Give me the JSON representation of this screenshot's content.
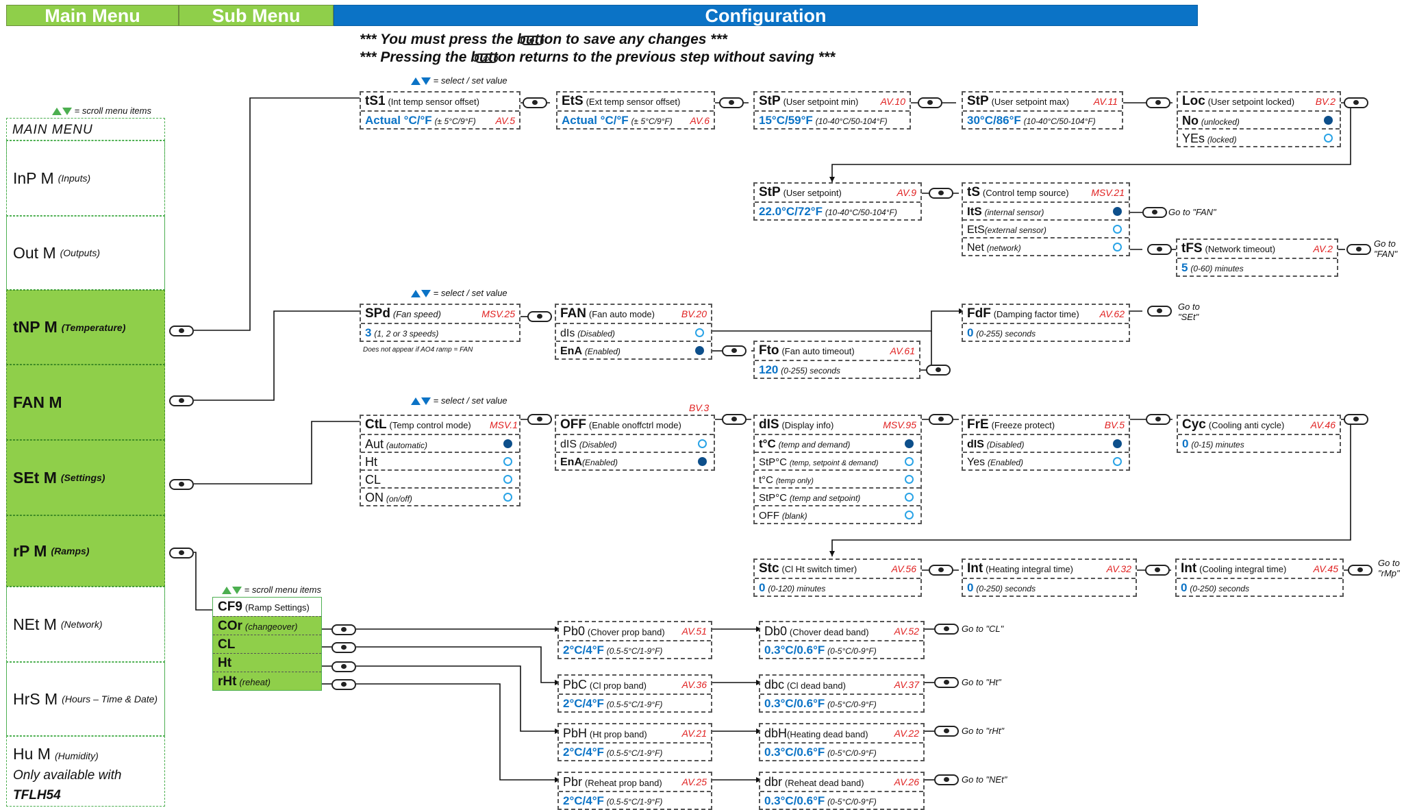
{
  "header": {
    "main_menu": "Main Menu",
    "sub_menu": "Sub Menu",
    "configuration": "Configuration",
    "note_save": "*** You must press the       button to save any changes       ***",
    "note_esc": "*** Pressing the       button returns to the previous step without saving       ***"
  },
  "colors": {
    "green": "#8fcf4a",
    "blue": "#0b73c6",
    "ref_red": "#e02020",
    "radio_on": "#0d4f8b"
  },
  "labels": {
    "scroll_menu": "= scroll menu items",
    "select_set": "= select / set value"
  },
  "main_menu": {
    "title": "MAIN MENU",
    "items": [
      {
        "code": "InP M",
        "desc": "(Inputs)"
      },
      {
        "code": "Out M",
        "desc": "(Outputs)"
      },
      {
        "code": "tNP M",
        "desc": "(Temperature)"
      },
      {
        "code": "FAN M",
        "desc": ""
      },
      {
        "code": "SEt M",
        "desc": "(Settings)"
      },
      {
        "code": "rP M",
        "desc": "(Ramps)"
      },
      {
        "code": "NEt M",
        "desc": "(Network)"
      },
      {
        "code": "HrS M",
        "desc": "(Hours – Time & Date)"
      },
      {
        "code": "Hu M",
        "desc": "(Humidity)",
        "note1": "Only available with",
        "note2": "TFLH54"
      }
    ]
  },
  "sub_menu": {
    "title": "CF9",
    "title_desc": "(Ramp Settings)",
    "items": [
      {
        "code": "COr",
        "desc": "(changeover)"
      },
      {
        "code": "CL",
        "desc": ""
      },
      {
        "code": "Ht",
        "desc": ""
      },
      {
        "code": "rHt",
        "desc": "(reheat)"
      }
    ]
  },
  "boxes": {
    "ts1": {
      "code": "tS1",
      "desc": "(Int temp sensor offset)",
      "val": "Actual °C/°F",
      "rng": "(± 5°C/9°F)",
      "ref": "AV.5"
    },
    "ets": {
      "code": "EtS",
      "desc": "(Ext temp sensor offset)",
      "val": "Actual °C/°F",
      "rng": "(± 5°C/9°F)",
      "ref": "AV.6"
    },
    "stpmin": {
      "code": "StP",
      "desc": "(User setpoint min)",
      "val": "15°C/59°F",
      "rng": "(10-40°C/50-104°F)",
      "ref": "AV.10"
    },
    "stpmax": {
      "code": "StP",
      "desc": "(User setpoint max)",
      "val": "30°C/86°F",
      "rng": "(10-40°C/50-104°F)",
      "ref": "AV.11"
    },
    "loc": {
      "code": "Loc",
      "desc": "(User setpoint locked)",
      "ref": "BV.2",
      "o1": "No",
      "o1s": "(unlocked)",
      "o2": "YEs",
      "o2s": "(locked)"
    },
    "stp": {
      "code": "StP",
      "desc": "(User setpoint)",
      "val": "22.0°C/72°F",
      "rng": "(10-40°C/50-104°F)",
      "ref": "AV.9"
    },
    "ts": {
      "code": "tS",
      "desc": "(Control temp source)",
      "ref": "MSV.21",
      "o1": "ItS",
      "o1s": "(internal sensor)",
      "o2": "EtS",
      "o2s": "(external sensor)",
      "o3": "Net",
      "o3s": "(network)"
    },
    "tfs": {
      "code": "tFS",
      "desc": "(Network timeout)",
      "val": "5",
      "rng": "(0-60) minutes",
      "ref": "AV.2"
    },
    "spd": {
      "code": "SPd",
      "desc": "(Fan speed)",
      "val": "3",
      "rng": "(1, 2 or 3 speeds)",
      "ref": "MSV.25",
      "note": "Does not appear if AO4 ramp = FAN"
    },
    "fan": {
      "code": "FAN",
      "desc": "(Fan auto mode)",
      "ref": "BV.20",
      "o1": "dIs",
      "o1s": "(Disabled)",
      "o2": "EnA",
      "o2s": "(Enabled)"
    },
    "fto": {
      "code": "Fto",
      "desc": "(Fan auto timeout)",
      "val": "120",
      "rng": "(0-255) seconds",
      "ref": "AV.61"
    },
    "fdf": {
      "code": "FdF",
      "desc": "(Damping factor time)",
      "val": "0",
      "rng": "(0-255) seconds",
      "ref": "AV.62"
    },
    "ctl": {
      "code": "CtL",
      "desc": "(Temp control mode)",
      "ref": "MSV.1",
      "o1": "Aut",
      "o1s": "(automatic)",
      "o2": "Ht",
      "o3": "CL",
      "o4": "ON",
      "o4s": "(on/off)"
    },
    "off": {
      "code": "OFF",
      "desc": "(Enable onoffctrl mode)",
      "ref": "BV.3",
      "o1": "dIS",
      "o1s": "(Disabled)",
      "o2": "EnA",
      "o2s": "(Enabled)"
    },
    "dis": {
      "code": "dIS",
      "desc": "(Display info)",
      "ref": "MSV.95",
      "o1": "t°C",
      "o1s": "(temp and demand)",
      "o2": "StP°C",
      "o2s": "(temp, setpoint & demand)",
      "o3": "t°C",
      "o3s": "(temp only)",
      "o4": "StP°C",
      "o4s": "(temp and setpoint)",
      "o5": "OFF",
      "o5s": "(blank)"
    },
    "fre": {
      "code": "FrE",
      "desc": "(Freeze protect)",
      "ref": "BV.5",
      "o1": "dIS",
      "o1s": "(Disabled)",
      "o2": "Yes",
      "o2s": "(Enabled)"
    },
    "cyc": {
      "code": "Cyc",
      "desc": "(Cooling anti cycle)",
      "val": "0",
      "rng": "(0-15) minutes",
      "ref": "AV.46"
    },
    "stc": {
      "code": "Stc",
      "desc": "(Cl Ht switch timer)",
      "val": "0",
      "rng": "(0-120) minutes",
      "ref": "AV.56"
    },
    "inth": {
      "code": "Int",
      "desc": "(Heating integral time)",
      "val": "0",
      "rng": "(0-250) seconds",
      "ref": "AV.32"
    },
    "intc": {
      "code": "Int",
      "desc": "(Cooling integral time)",
      "val": "0",
      "rng": "(0-250) seconds",
      "ref": "AV.45"
    },
    "pb0": {
      "code": "Pb0",
      "desc": "(Chover prop band)",
      "val": "2°C/4°F",
      "rng": "(0.5-5°C/1-9°F)",
      "ref": "AV.51"
    },
    "db0": {
      "code": "Db0",
      "desc": "(Chover dead band)",
      "val": "0.3°C/0.6°F",
      "rng": "(0-5°C/0-9°F)",
      "ref": "AV.52"
    },
    "pbc": {
      "code": "PbC",
      "desc": "(Cl prop band)",
      "val": "2°C/4°F",
      "rng": "(0.5-5°C/1-9°F)",
      "ref": "AV.36"
    },
    "dbc": {
      "code": "dbc",
      "desc": "(Cl dead band)",
      "val": "0.3°C/0.6°F",
      "rng": "(0-5°C/0-9°F)",
      "ref": "AV.37"
    },
    "pbh": {
      "code": "PbH",
      "desc": "(Ht prop band)",
      "val": "2°C/4°F",
      "rng": "(0.5-5°C/1-9°F)",
      "ref": "AV.21"
    },
    "dbh": {
      "code": "dbH",
      "desc": "(Heating dead band)",
      "val": "0.3°C/0.6°F",
      "rng": "(0-5°C/0-9°F)",
      "ref": "AV.22"
    },
    "pbr": {
      "code": "Pbr",
      "desc": "(Reheat prop band)",
      "val": "2°C/4°F",
      "rng": "(0.5-5°C/1-9°F)",
      "ref": "AV.25"
    },
    "dbr": {
      "code": "dbr",
      "desc": "(Reheat dead band)",
      "val": "0.3°C/0.6°F",
      "rng": "(0-5°C/0-9°F)",
      "ref": "AV.26"
    }
  },
  "goto": {
    "fan1": "Go to \"FAN\"",
    "fan2a": "Go to",
    "fan2b": "\"FAN\"",
    "set_a": "Go to",
    "set_b": "\"SEt\"",
    "rmp_a": "Go to",
    "rmp_b": "\"rMp\"",
    "cl": "Go to \"CL\"",
    "ht": "Go to \"Ht\"",
    "rht": "Go to \"rHt\"",
    "net": "Go to \"NEt\""
  }
}
